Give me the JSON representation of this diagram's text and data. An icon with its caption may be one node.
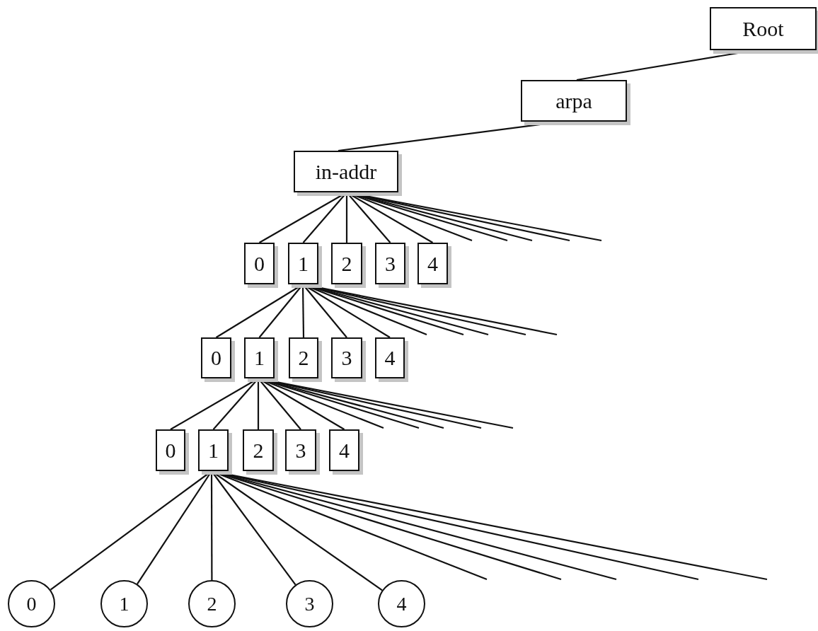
{
  "diagram": {
    "nodes": [
      {
        "text": [
          "Root"
        ]
      },
      {
        "text": [
          "arpa"
        ]
      },
      {
        "text": [
          "in-addr"
        ]
      },
      {
        "text": [
          "0"
        ]
      },
      {
        "text": [
          "1"
        ]
      },
      {
        "text": [
          "2"
        ]
      },
      {
        "text": [
          "3"
        ]
      },
      {
        "text": [
          "4"
        ]
      },
      {
        "text": [
          "0"
        ]
      },
      {
        "text": [
          "1"
        ]
      },
      {
        "text": [
          "2"
        ]
      },
      {
        "text": [
          "3"
        ]
      },
      {
        "text": [
          "4"
        ]
      },
      {
        "text": [
          "0"
        ]
      },
      {
        "text": [
          "1"
        ]
      },
      {
        "text": [
          "2"
        ]
      },
      {
        "text": [
          "3"
        ]
      },
      {
        "text": [
          "4"
        ]
      },
      {
        "text": [
          "0"
        ]
      },
      {
        "text": [
          "1"
        ]
      },
      {
        "text": [
          "2"
        ]
      },
      {
        "text": [
          "3"
        ]
      },
      {
        "text": [
          "4"
        ]
      }
    ],
    "edges": [
      {
        "from": 0,
        "to": 1,
        "arrow": "none"
      },
      {
        "from": 1,
        "to": 2,
        "arrow": "none"
      },
      {
        "from": 2,
        "to": 3,
        "arrow": "none"
      },
      {
        "from": 2,
        "to": 4,
        "arrow": "none"
      },
      {
        "from": 2,
        "to": 5,
        "arrow": "none"
      },
      {
        "from": 2,
        "to": 6,
        "arrow": "none"
      },
      {
        "from": 2,
        "to": 7,
        "arrow": "none"
      },
      {
        "from": 2,
        "to": null,
        "arrow": "none"
      },
      {
        "from": 2,
        "to": null,
        "arrow": "none"
      },
      {
        "from": 2,
        "to": null,
        "arrow": "none"
      },
      {
        "from": 2,
        "to": null,
        "arrow": "none"
      },
      {
        "from": 2,
        "to": null,
        "arrow": "none"
      },
      {
        "from": 4,
        "to": 8,
        "arrow": "none"
      },
      {
        "from": 4,
        "to": 9,
        "arrow": "none"
      },
      {
        "from": 4,
        "to": 10,
        "arrow": "none"
      },
      {
        "from": 4,
        "to": 11,
        "arrow": "none"
      },
      {
        "from": 4,
        "to": 12,
        "arrow": "none"
      },
      {
        "from": 4,
        "to": null,
        "arrow": "none"
      },
      {
        "from": 4,
        "to": null,
        "arrow": "none"
      },
      {
        "from": 4,
        "to": null,
        "arrow": "none"
      },
      {
        "from": 4,
        "to": null,
        "arrow": "none"
      },
      {
        "from": 4,
        "to": null,
        "arrow": "none"
      },
      {
        "from": 9,
        "to": 13,
        "arrow": "none"
      },
      {
        "from": 9,
        "to": 14,
        "arrow": "none"
      },
      {
        "from": 9,
        "to": 15,
        "arrow": "none"
      },
      {
        "from": 9,
        "to": 16,
        "arrow": "none"
      },
      {
        "from": 9,
        "to": 17,
        "arrow": "none"
      },
      {
        "from": 9,
        "to": null,
        "arrow": "none"
      },
      {
        "from": 9,
        "to": null,
        "arrow": "none"
      },
      {
        "from": 9,
        "to": null,
        "arrow": "none"
      },
      {
        "from": 9,
        "to": null,
        "arrow": "none"
      },
      {
        "from": 9,
        "to": null,
        "arrow": "none"
      },
      {
        "from": 14,
        "to": 18,
        "arrow": "none"
      },
      {
        "from": 14,
        "to": 19,
        "arrow": "none"
      },
      {
        "from": 14,
        "to": 20,
        "arrow": "none"
      },
      {
        "from": 14,
        "to": 21,
        "arrow": "none"
      },
      {
        "from": 14,
        "to": 22,
        "arrow": "none"
      },
      {
        "from": 14,
        "to": null,
        "arrow": "none"
      },
      {
        "from": 14,
        "to": null,
        "arrow": "none"
      },
      {
        "from": 14,
        "to": null,
        "arrow": "none"
      },
      {
        "from": 14,
        "to": null,
        "arrow": "none"
      },
      {
        "from": 14,
        "to": null,
        "arrow": "none"
      }
    ]
  }
}
